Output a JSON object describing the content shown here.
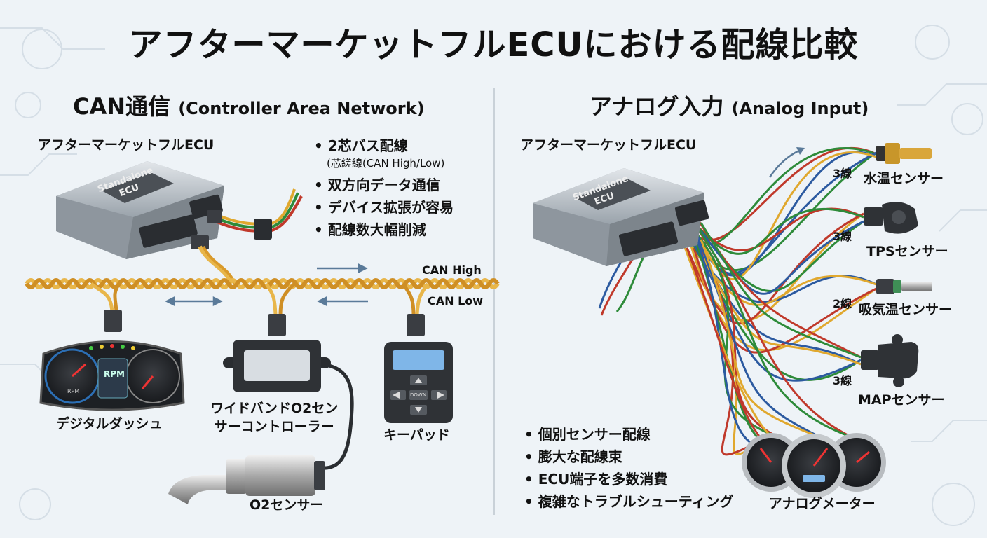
{
  "title": "アフターマーケットフルECUにおける配線比較",
  "can": {
    "heading": "CAN通信",
    "heading_en": "(Controller Area Network)",
    "ecu_label": "アフターマーケットフルECU",
    "ecu_plate": [
      "Standalone",
      "ECU"
    ],
    "bullets": [
      {
        "text": "2芯バス配線",
        "sub": "(芯縒線(CAN High/Low)"
      },
      {
        "text": "双方向データ通信"
      },
      {
        "text": "デバイス拡張が容易"
      },
      {
        "text": "配線数大幅削減"
      }
    ],
    "bus_high": "CAN High",
    "bus_low": "CAN Low",
    "devices": {
      "dash": "デジタルダッシュ",
      "dash_rpm": "RPM",
      "dash_rpm_small": "RPM",
      "wideband": [
        "ワイドバンドO2セン",
        "サーコントローラー"
      ],
      "keypad": "キーパッド",
      "keypad_key": "DOWN",
      "o2": "O2センサー"
    }
  },
  "analog": {
    "heading": "アナログ入力",
    "heading_en": "(Analog Input)",
    "ecu_label": "アフターマーケットフルECU",
    "ecu_plate": [
      "Standalone",
      "ECU"
    ],
    "sensors": [
      {
        "name": "水温センサー",
        "wires": "3線"
      },
      {
        "name": "TPSセンサー",
        "wires": "3線"
      },
      {
        "name": "吸気温センサー",
        "wires": "2線"
      },
      {
        "name": "MAPセンサー",
        "wires": "3線"
      }
    ],
    "bullets": [
      "個別センサー配線",
      "膨大な配線束",
      "ECU端子を多数消費",
      "複雑なトラブルシューティング"
    ],
    "meters_label": "アナログメーター"
  },
  "colors": {
    "wire_red": "#c0392b",
    "wire_green": "#2e8b3a",
    "wire_blue": "#2c5aa0",
    "wire_yellow": "#e0a82e",
    "bus": "#e8b64a",
    "arrow": "#5a7a99"
  }
}
